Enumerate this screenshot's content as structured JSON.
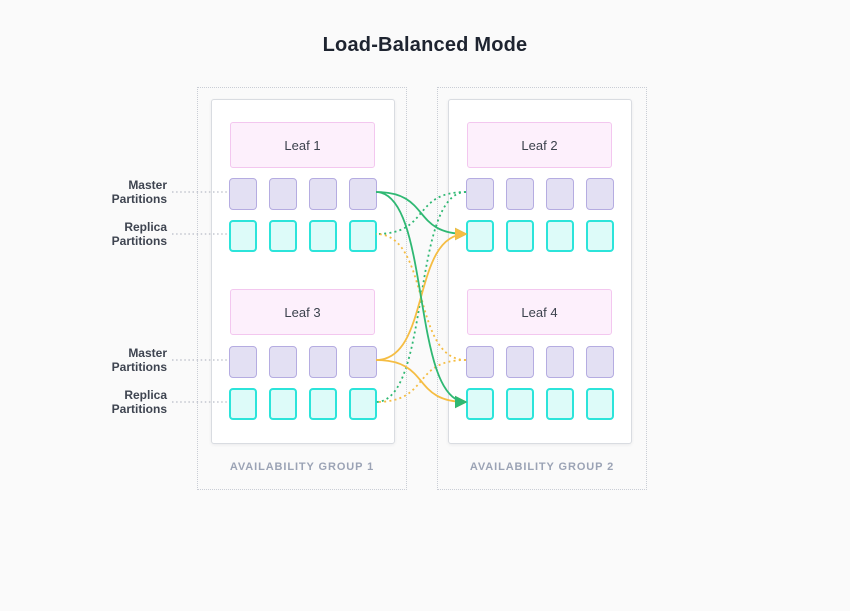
{
  "title": "Load-Balanced Mode",
  "labels": {
    "master": "Master Partitions",
    "replica": "Replica Partitions"
  },
  "groups": [
    {
      "caption": "AVAILABILITY GROUP 1",
      "leaves": [
        {
          "name": "Leaf 1",
          "masters": 4,
          "replicas": 4
        },
        {
          "name": "Leaf 3",
          "masters": 4,
          "replicas": 4
        }
      ]
    },
    {
      "caption": "AVAILABILITY GROUP 2",
      "leaves": [
        {
          "name": "Leaf 2",
          "masters": 4,
          "replicas": 4
        },
        {
          "name": "Leaf 4",
          "masters": 4,
          "replicas": 4
        }
      ]
    }
  ],
  "colors": {
    "green": "#2fb873",
    "orange": "#f5bd43",
    "master_fill": "#e3e0f3",
    "master_border": "#b5ace1",
    "replica_fill": "#ddfbf9",
    "replica_border": "#2ce4da",
    "leaf_fill": "#fdf0fc",
    "leaf_border": "#f3c7ef"
  },
  "connections": [
    {
      "from": "leaf2-master",
      "to": "leaf1-replica",
      "line": "dotted",
      "color": "green"
    },
    {
      "from": "leaf2-master",
      "to": "leaf3-replica",
      "line": "dotted",
      "color": "green"
    },
    {
      "from": "leaf4-master",
      "to": "leaf1-replica",
      "line": "dotted",
      "color": "orange"
    },
    {
      "from": "leaf4-master",
      "to": "leaf3-replica",
      "line": "dotted",
      "color": "orange"
    },
    {
      "from": "leaf1-master",
      "to": "leaf2-replica",
      "line": "solid",
      "color": "green"
    },
    {
      "from": "leaf3-master",
      "to": "leaf4-replica",
      "line": "solid",
      "color": "orange"
    },
    {
      "from": "leaf3-master",
      "to": "leaf2-replica",
      "line": "solid",
      "color": "orange"
    },
    {
      "from": "leaf1-master",
      "to": "leaf4-replica",
      "line": "solid",
      "color": "green"
    }
  ]
}
